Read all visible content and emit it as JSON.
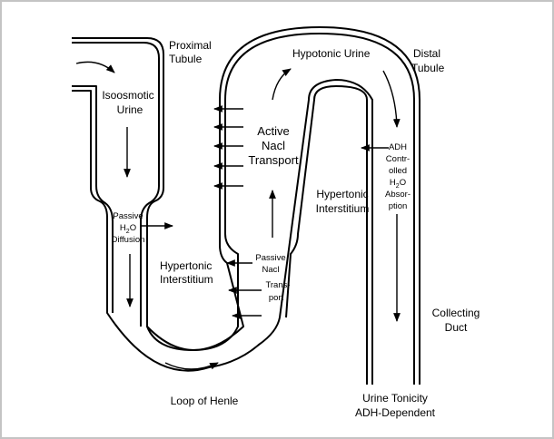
{
  "labels": {
    "proximal_1": "Proximal",
    "proximal_2": "Tubule",
    "isoosmotic_1": "Isoosmotic",
    "isoosmotic_2": "Urine",
    "hypotonic": "Hypotonic Urine",
    "distal_1": "Distal",
    "distal_2": "Tubule",
    "active_1": "Active",
    "active_2": "Nacl",
    "active_3": "Transport",
    "adh_1": "ADH",
    "adh_2": "Contr-",
    "adh_3": "olled",
    "adh_4": "H",
    "adh_4_sub": "2",
    "adh_4_tail": "O",
    "adh_5": "Absor-",
    "adh_6": "ption",
    "hyper_right_1": "Hypertonic",
    "hyper_right_2": "Interstitium",
    "passive_h2o_1": "Passive",
    "passive_h2o_2": "H",
    "passive_h2o_2_sub": "2",
    "passive_h2o_2_tail": "O",
    "passive_h2o_3": "Diffusion",
    "hyper_left_1": "Hypertonic",
    "hyper_left_2": "Interstitium",
    "passive_nacl_1": "Passive",
    "passive_nacl_2": "Nacl",
    "passive_nacl_3": "Trans-",
    "passive_nacl_4": "port",
    "collecting_1": "Collecting",
    "collecting_2": "Duct",
    "loop": "Loop of Henle",
    "tonicity_1": "Urine Tonicity",
    "tonicity_2": "ADH-Dependent"
  }
}
